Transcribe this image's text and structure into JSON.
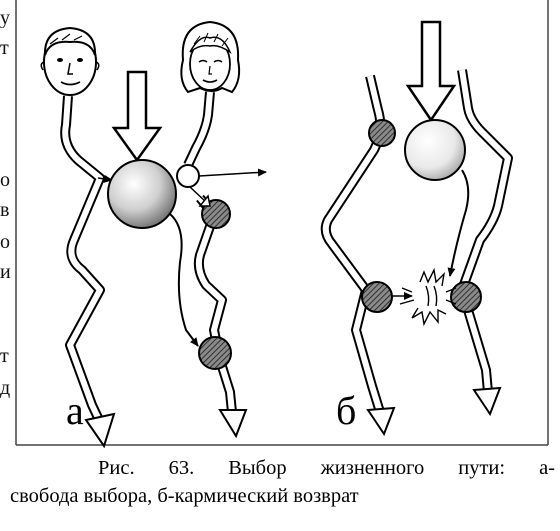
{
  "figure": {
    "panel_a_label": "а",
    "panel_b_label": "б"
  },
  "caption": {
    "line1": "Рис. 63. Выбор жизненного пути: а-",
    "line2": "свобода выбора, б-кармический возврат"
  },
  "left_edge_fragments": [
    "у",
    "т",
    "о",
    "в",
    "о",
    "и",
    "т",
    "д"
  ],
  "colors": {
    "ink": "#000000",
    "paper": "#ffffff",
    "frame": "#444444"
  }
}
